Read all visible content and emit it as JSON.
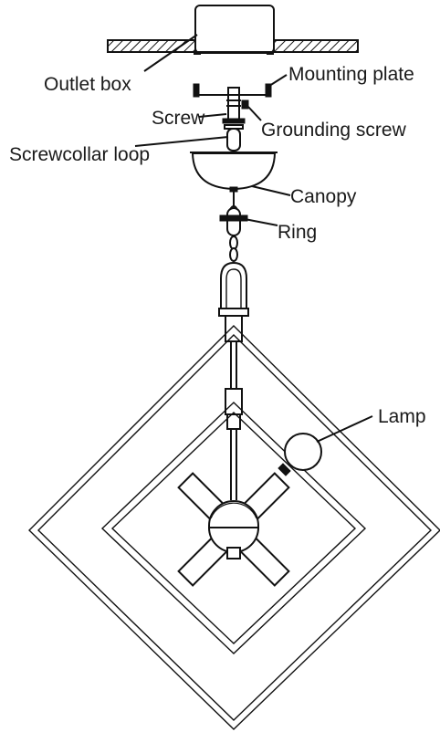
{
  "diagram": {
    "labels": {
      "outlet_box": "Outlet box",
      "mounting_plate": "Mounting plate",
      "screw": "Screw",
      "grounding_screw": "Grounding screw",
      "screwcollar_loop": "Screwcollar loop",
      "canopy": "Canopy",
      "ring": "Ring",
      "lamp": "Lamp"
    }
  }
}
